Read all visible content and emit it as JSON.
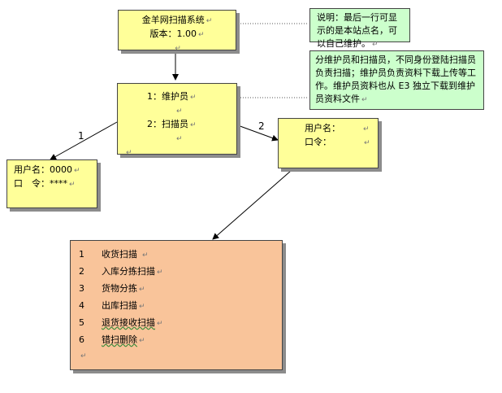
{
  "title_box": {
    "line1": "金羊网扫描系统",
    "line2": "版本：1.00",
    "mark": "↵"
  },
  "note1": {
    "text": "说明：最后一行可显示的是本站点名，可以自己维护。",
    "mark": "↵"
  },
  "note2": {
    "text": "分维护员和扫描员，不同身份登陆扫描员负责扫描；维护员负责资料下载上传等工作。维护员资料也从 E3 独立下载到维护员资料文件",
    "mark": "↵"
  },
  "role_box": {
    "item1": "1：维护员",
    "item2": "2：扫描员",
    "mark": "↵"
  },
  "labels": {
    "one": "1",
    "two": "2"
  },
  "login_left": {
    "line1": "用户名：0000",
    "line2": "口　令：****",
    "mark": "↵"
  },
  "login_right": {
    "line1": "用户名：",
    "line2": "口令：",
    "mark": "↵"
  },
  "menu": {
    "items": [
      {
        "num": "1",
        "label": "收货扫描"
      },
      {
        "num": "2",
        "label": "入库分拣扫描"
      },
      {
        "num": "3",
        "label": "货物分拣"
      },
      {
        "num": "4",
        "label": "出库扫描"
      },
      {
        "num": "5",
        "label": "退货接收扫描"
      },
      {
        "num": "6",
        "label": "错扫删除"
      }
    ],
    "mark": "↵"
  }
}
